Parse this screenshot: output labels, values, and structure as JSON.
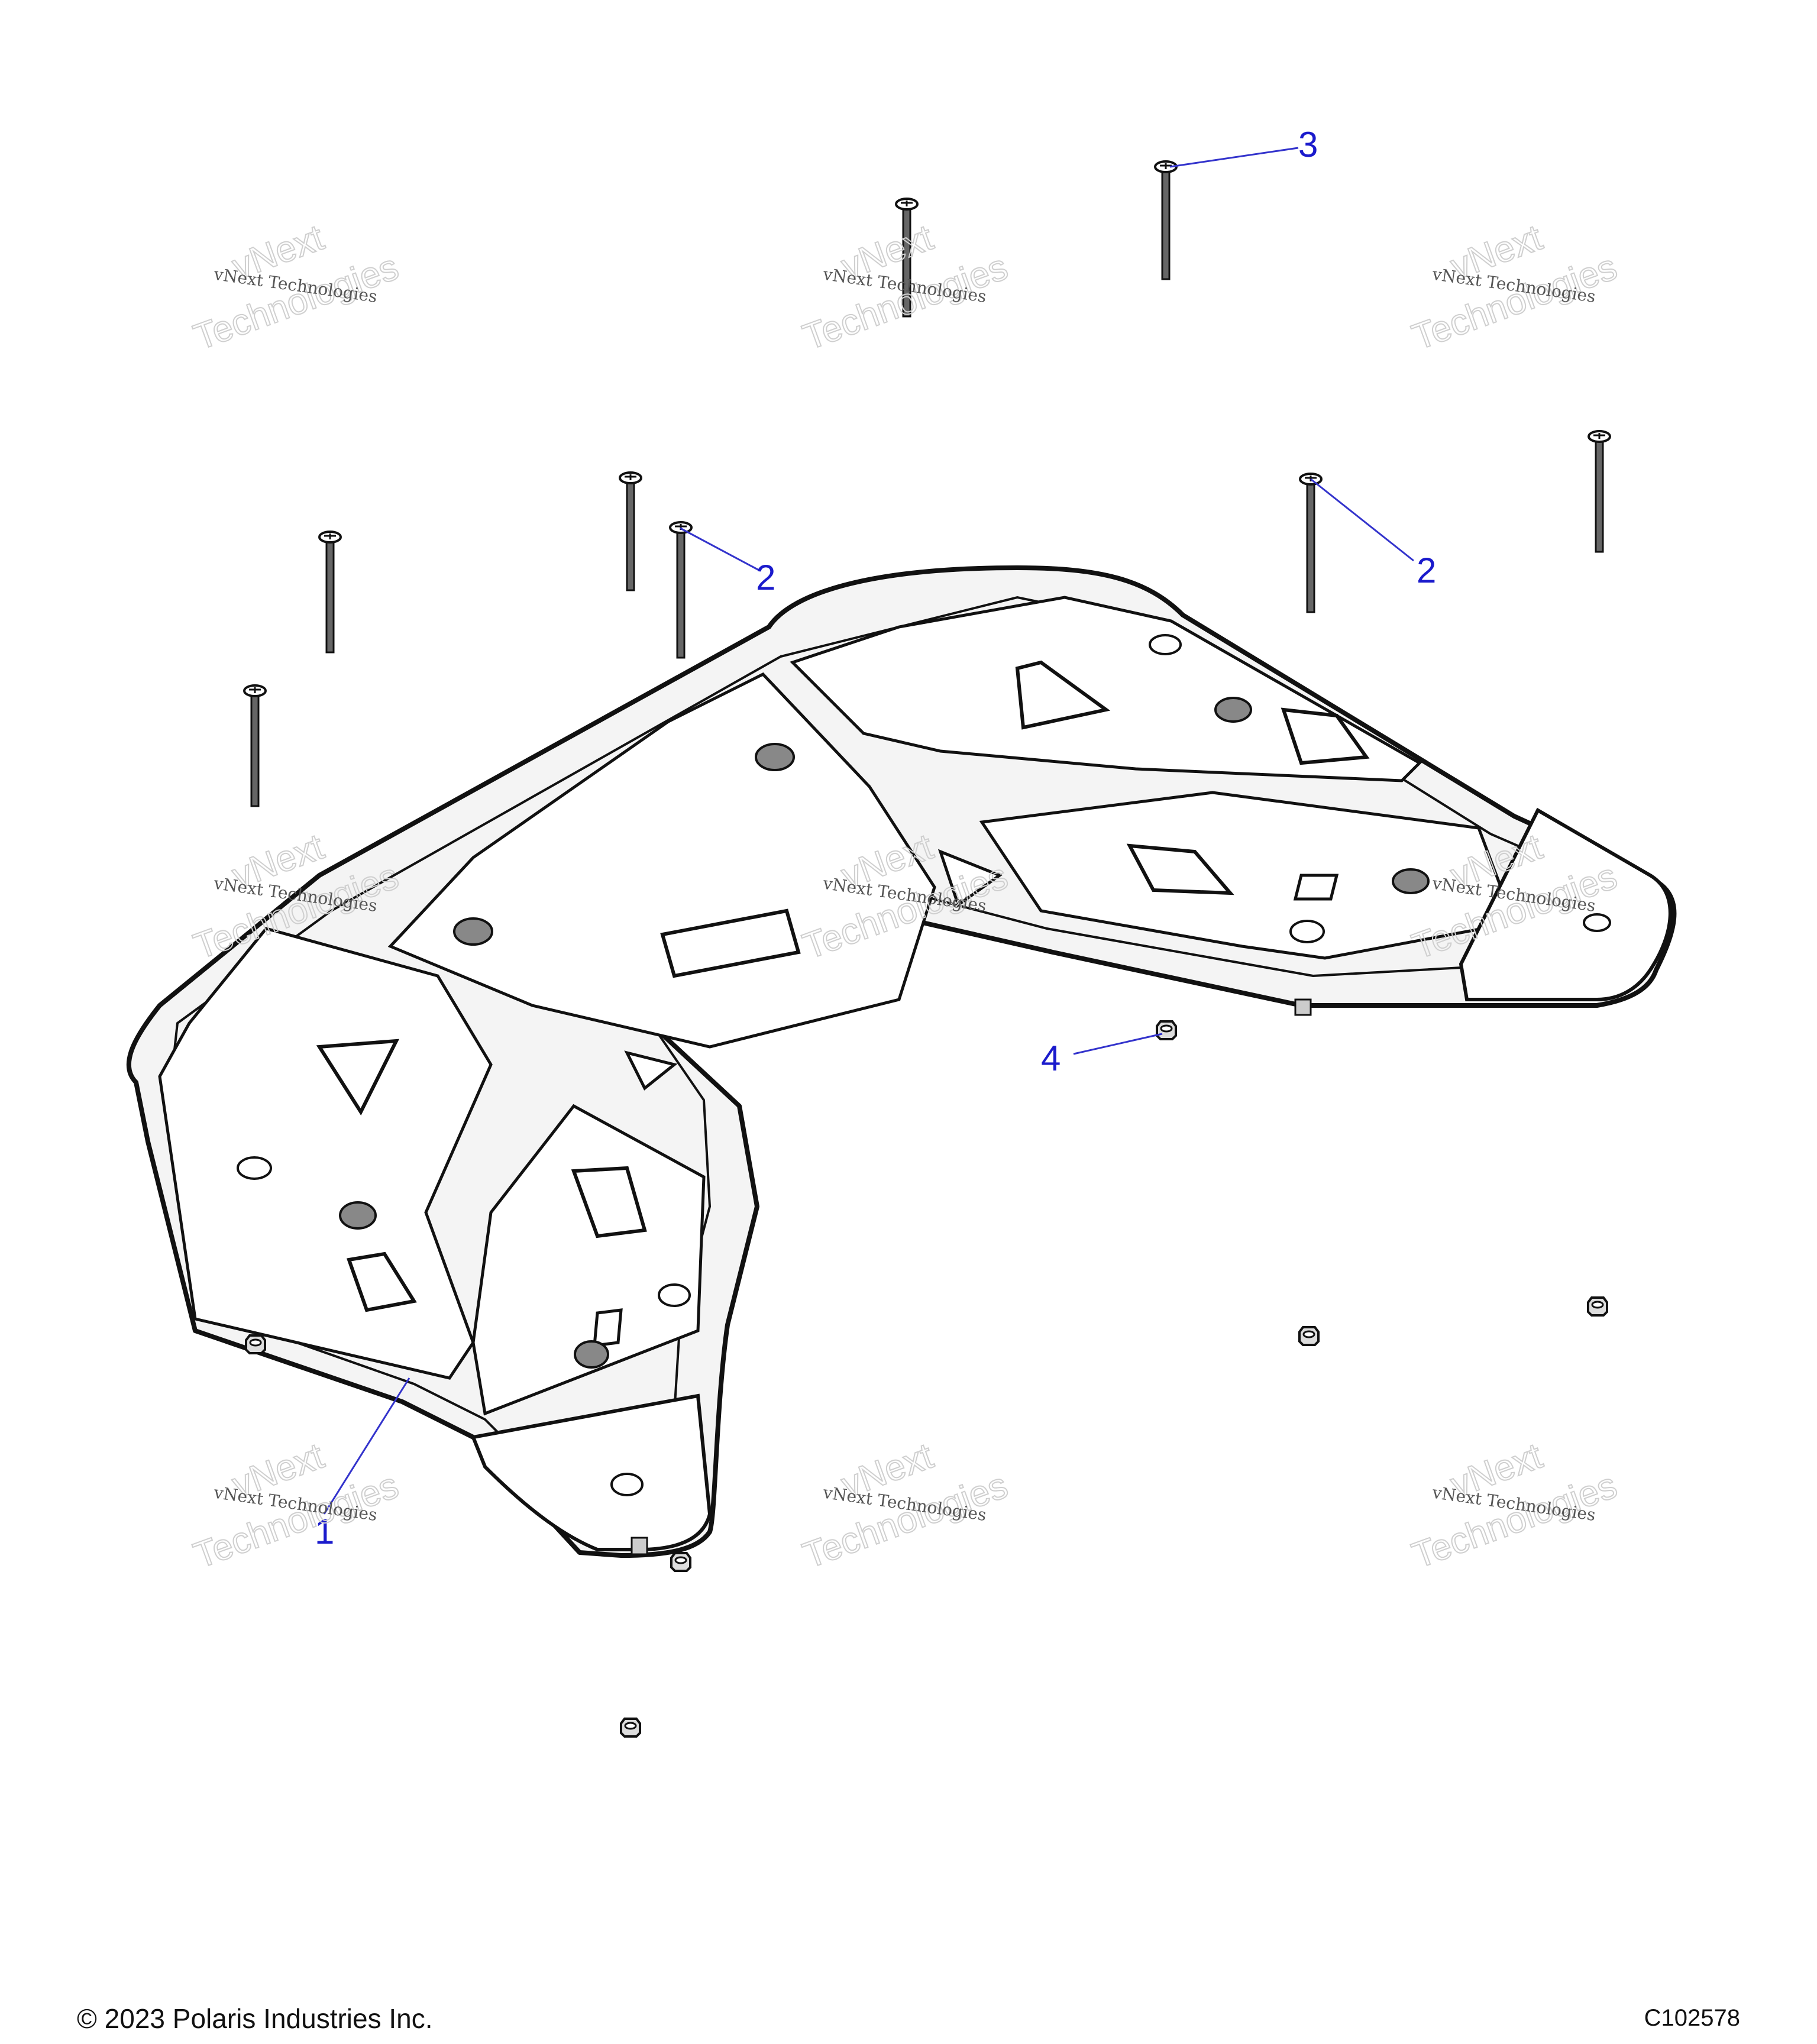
{
  "callouts": [
    {
      "id": "1",
      "label": "1"
    },
    {
      "id": "2a",
      "label": "2"
    },
    {
      "id": "2b",
      "label": "2"
    },
    {
      "id": "3",
      "label": "3"
    },
    {
      "id": "4",
      "label": "4"
    }
  ],
  "watermark": {
    "line1": "vNext Technologies",
    "line2": "vNext",
    "line3": "Technologies"
  },
  "footer": {
    "copyright": "© 2023 Polaris Industries Inc.",
    "figure_id": "C102578"
  },
  "colors": {
    "callout": "#1a1acc",
    "leader": "#3333cc",
    "outline": "#111111",
    "shade": "#e6e6e6"
  }
}
